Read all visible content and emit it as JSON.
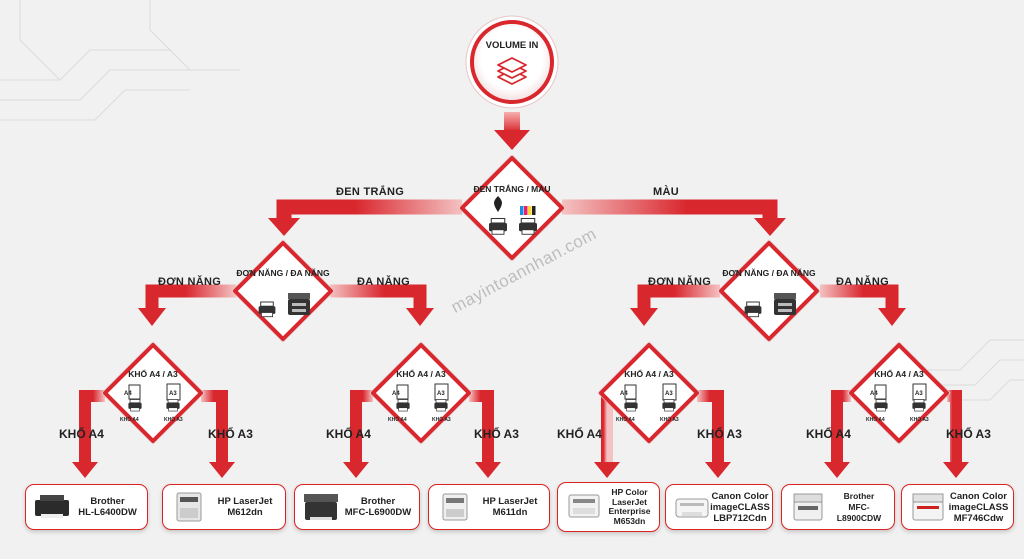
{
  "watermark": "mayintoannhan.com",
  "root": {
    "label": "VOLUME IN"
  },
  "level1": {
    "label": "ĐEN TRẮNG / MÀU",
    "left_edge": "ĐEN TRẮNG",
    "right_edge": "MÀU"
  },
  "level2_left": {
    "label": "ĐƠN NĂNG / ĐA NĂNG",
    "left_edge": "ĐƠN NĂNG",
    "right_edge": "ĐA NĂNG"
  },
  "level2_right": {
    "label": "ĐƠN NĂNG / ĐA NĂNG",
    "left_edge": "ĐƠN NĂNG",
    "right_edge": "ĐA NĂNG"
  },
  "size_nodes": [
    {
      "label": "KHỔ A4 / A3",
      "left_edge": "KHỔ A4",
      "right_edge": "KHỔ A3",
      "paper_a4": "A4",
      "paper_a3": "A3",
      "caption_a4": "KHỔ A4",
      "caption_a3": "KHỔ A3"
    },
    {
      "label": "KHỔ A4 / A3",
      "left_edge": "KHỔ A4",
      "right_edge": "KHỔ A3",
      "paper_a4": "A4",
      "paper_a3": "A3",
      "caption_a4": "KHỔ A4",
      "caption_a3": "KHỔ A3"
    },
    {
      "label": "KHỔ A4 / A3",
      "left_edge": "KHỔ A4",
      "right_edge": "KHỔ A3",
      "paper_a4": "A4",
      "paper_a3": "A3",
      "caption_a4": "KHỔ A4",
      "caption_a3": "KHỔ A3"
    },
    {
      "label": "KHỔ A4 / A3",
      "left_edge": "KHỔ A4",
      "right_edge": "KHỔ A3",
      "paper_a4": "A4",
      "paper_a3": "A3",
      "caption_a4": "KHỔ A4",
      "caption_a3": "KHỔ A3"
    }
  ],
  "products": [
    {
      "line1": "Brother",
      "line2": "HL-L6400DW"
    },
    {
      "line1": "HP LaserJet",
      "line2": "M612dn"
    },
    {
      "line1": "Brother",
      "line2": "MFC-L6900DW"
    },
    {
      "line1": "HP LaserJet",
      "line2": "M611dn"
    },
    {
      "line1": "HP Color",
      "line2": "LaserJet",
      "line3": "Enterprise",
      "line4": "M653dn"
    },
    {
      "line1": "Canon Color",
      "line2": "imageCLASS",
      "line3": "LBP712Cdn"
    },
    {
      "line1": "Brother",
      "line2": "MFC-L8900CDW"
    },
    {
      "line1": "Canon Color",
      "line2": "imageCLASS",
      "line3": "MF746Cdw"
    }
  ],
  "colors": {
    "accent": "#d9272e",
    "dark_red": "#a8151b",
    "background": "#f1f1f1"
  }
}
